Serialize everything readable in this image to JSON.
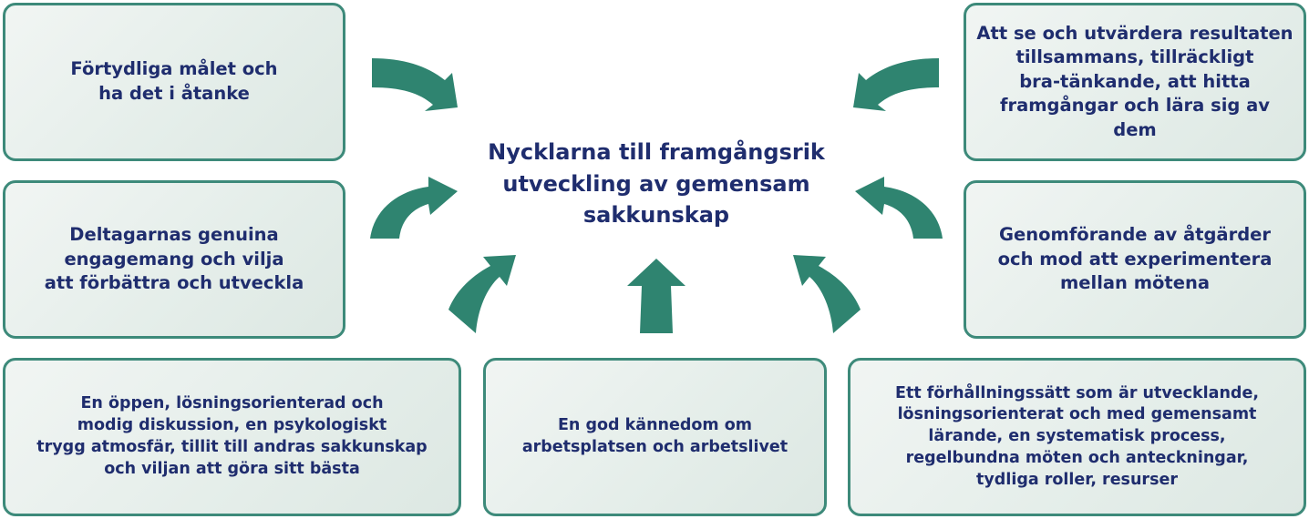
{
  "center_title": "Nycklarna till framgångsrik\nutveckling av gemensam\nsakkunskap",
  "boxes": {
    "top_left": "Förtydliga målet och\nha det i åtanke",
    "middle_left": "Deltagarnas genuina\nengagemang och vilja\natt förbättra och utveckla",
    "bottom_left": "En öppen, lösningsorienterad och\nmodig diskussion, en psykologiskt\ntrygg atmosfär, tillit till andras sakkunskap\noch viljan att göra sitt bästa",
    "bottom_center": "En god kännedom om\narbetsplatsen och arbetslivet",
    "bottom_right": "Ett förhållningssätt som är utvecklande,\nlösningsorienterat och med gemensamt\nlärande, en systematisk process,\nregelbundna möten och anteckningar,\ntydliga roller, resurser",
    "middle_right": "Genomförande av åtgärder\noch mod att experimentera\nmellan mötena",
    "top_right": "Att se och utvärdera resultaten\ntillsammans, tillräckligt\nbra-tänkande, att hitta\nframgångar och lära sig av dem"
  },
  "colors": {
    "accent": "#2f8470",
    "border": "#3d8a7a",
    "text": "#1f2d6e"
  }
}
